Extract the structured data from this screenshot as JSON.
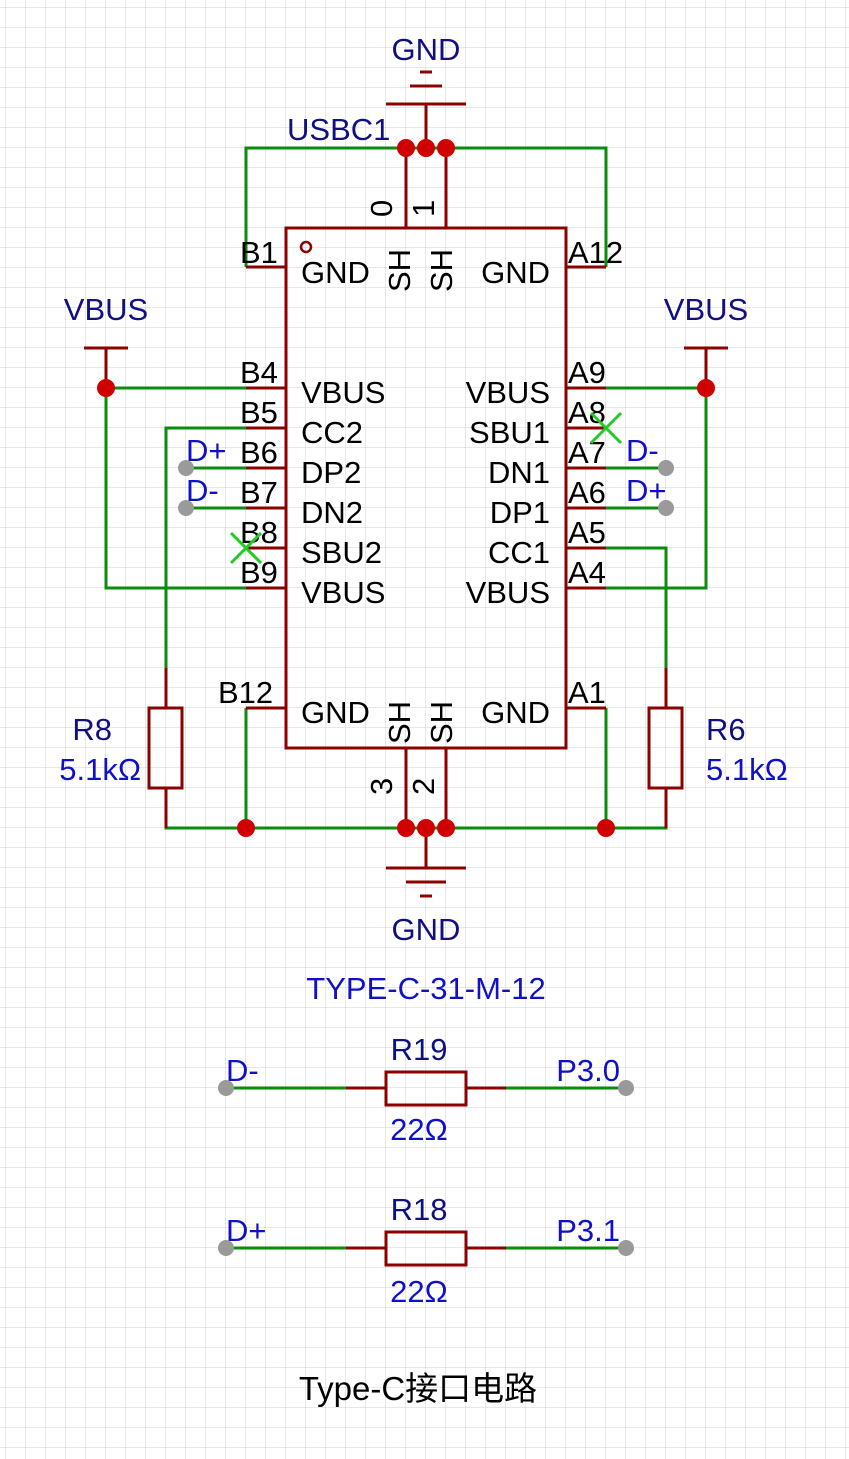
{
  "colors": {
    "wire": "#0a8c0a",
    "component": "#8b0000",
    "junction": "#d00000",
    "net_label": "#1010c8",
    "power_label": "#101080",
    "no_connect": "#22cc22",
    "net_port": "#9a9a9a",
    "grid": "#d0d0d0"
  },
  "connector": {
    "designator": "USBC1",
    "part_number": "TYPE-C-31-M-12",
    "left_pins": [
      {
        "num": "B1",
        "name": "GND"
      },
      {
        "num": "B4",
        "name": "VBUS"
      },
      {
        "num": "B5",
        "name": "CC2"
      },
      {
        "num": "B6",
        "name": "DP2"
      },
      {
        "num": "B7",
        "name": "DN2"
      },
      {
        "num": "B8",
        "name": "SBU2"
      },
      {
        "num": "B9",
        "name": "VBUS"
      },
      {
        "num": "B12",
        "name": "GND"
      }
    ],
    "right_pins": [
      {
        "num": "A12",
        "name": "GND"
      },
      {
        "num": "A9",
        "name": "VBUS"
      },
      {
        "num": "A8",
        "name": "SBU1"
      },
      {
        "num": "A7",
        "name": "DN1"
      },
      {
        "num": "A6",
        "name": "DP1"
      },
      {
        "num": "A5",
        "name": "CC1"
      },
      {
        "num": "A4",
        "name": "VBUS"
      },
      {
        "num": "A1",
        "name": "GND"
      }
    ],
    "shield_pins": [
      {
        "num": "0",
        "name": "SH"
      },
      {
        "num": "1",
        "name": "SH"
      },
      {
        "num": "3",
        "name": "SH"
      },
      {
        "num": "2",
        "name": "SH"
      }
    ]
  },
  "power": {
    "gnd_top": "GND",
    "gnd_bottom": "GND",
    "vbus_left": "VBUS",
    "vbus_right": "VBUS"
  },
  "net_labels": {
    "b6": "D+",
    "b7": "D-",
    "a7": "D-",
    "a6": "D+"
  },
  "resistors": {
    "r8": {
      "designator": "R8",
      "value": "5.1kΩ"
    },
    "r6": {
      "designator": "R6",
      "value": "5.1kΩ"
    },
    "r19": {
      "designator": "R19",
      "value": "22Ω",
      "net_left": "D-",
      "net_right": "P3.0"
    },
    "r18": {
      "designator": "R18",
      "value": "22Ω",
      "net_left": "D+",
      "net_right": "P3.1"
    }
  },
  "sheet_title": "Type-C接口电路"
}
